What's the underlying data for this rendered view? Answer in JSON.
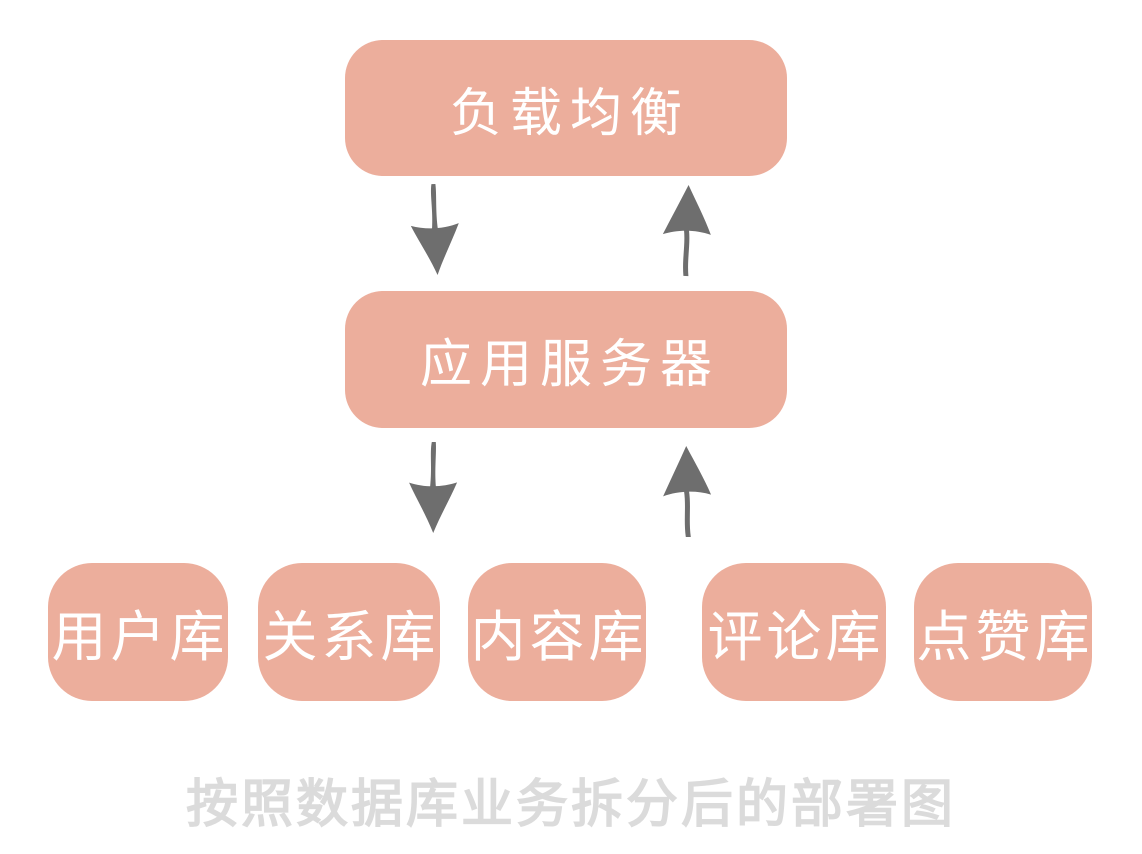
{
  "diagram": {
    "caption": "按照数据库业务拆分后的部署图",
    "nodes": {
      "load_balancer": {
        "label": "负载均衡"
      },
      "app_server": {
        "label": "应用服务器"
      },
      "databases": [
        {
          "label": "用户库"
        },
        {
          "label": "关系库"
        },
        {
          "label": "内容库"
        },
        {
          "label": "评论库"
        },
        {
          "label": "点赞库"
        }
      ]
    },
    "arrows": [
      {
        "direction": "down",
        "from": "负载均衡",
        "to": "应用服务器"
      },
      {
        "direction": "up",
        "from": "应用服务器",
        "to": "负载均衡"
      },
      {
        "direction": "down",
        "from": "应用服务器",
        "to": "数据库"
      },
      {
        "direction": "up",
        "from": "数据库",
        "to": "应用服务器"
      }
    ],
    "colors": {
      "node_fill": "#ECAE9C",
      "node_text": "#FFFFFF",
      "arrow": "#6E6E6E",
      "caption_text": "#DBDBDB",
      "background": "#FFFFFF"
    }
  }
}
